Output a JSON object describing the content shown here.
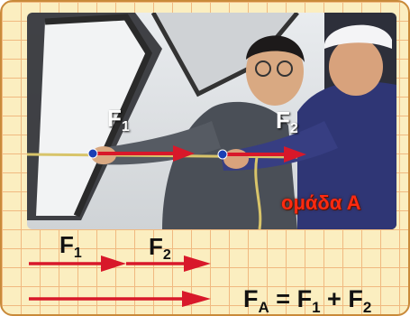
{
  "photo": {
    "label_f1": {
      "symbol": "F",
      "sub": "1"
    },
    "label_f2": {
      "symbol": "F",
      "sub": "2"
    },
    "team_label": "ομάδα Α"
  },
  "diagram": {
    "f1": {
      "symbol": "F",
      "sub": "1"
    },
    "f2": {
      "symbol": "F",
      "sub": "2"
    },
    "equation": {
      "lhs_symbol": "F",
      "lhs_sub": "A",
      "eq": " = ",
      "t1_symbol": "F",
      "t1_sub": "1",
      "plus": " + ",
      "t2_symbol": "F",
      "t2_sub": "2"
    }
  },
  "colors": {
    "arrow": "#d8182a",
    "grid": "#f0b980",
    "background": "#fbeec0",
    "team_text": "#ff2a10"
  }
}
